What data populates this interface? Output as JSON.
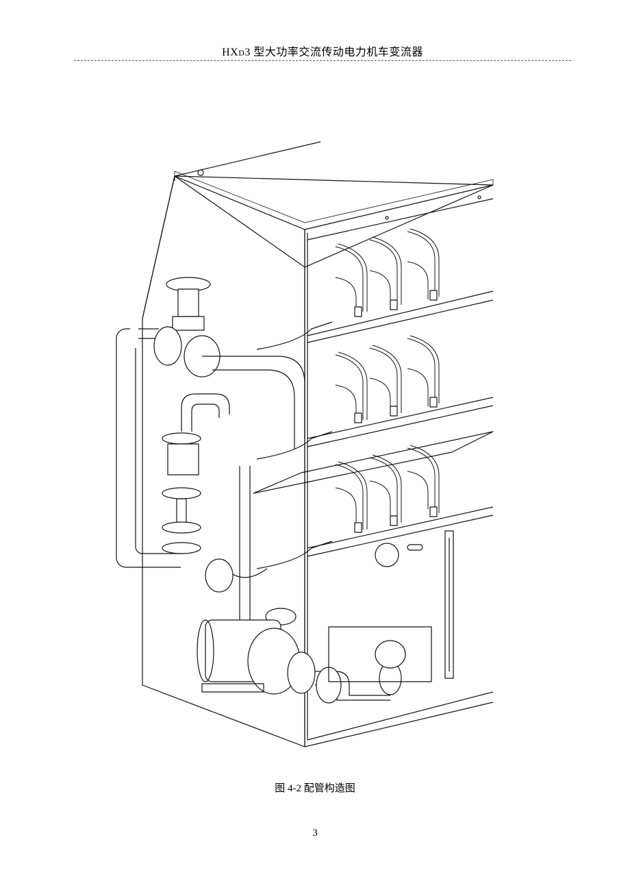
{
  "header": {
    "prefix": "HX",
    "subscript": "D",
    "title_rest": "3 型大功率交流传动电力机车变流器"
  },
  "figure": {
    "caption": "图 4-2  配管构造图"
  },
  "footer": {
    "page_number": "3"
  }
}
